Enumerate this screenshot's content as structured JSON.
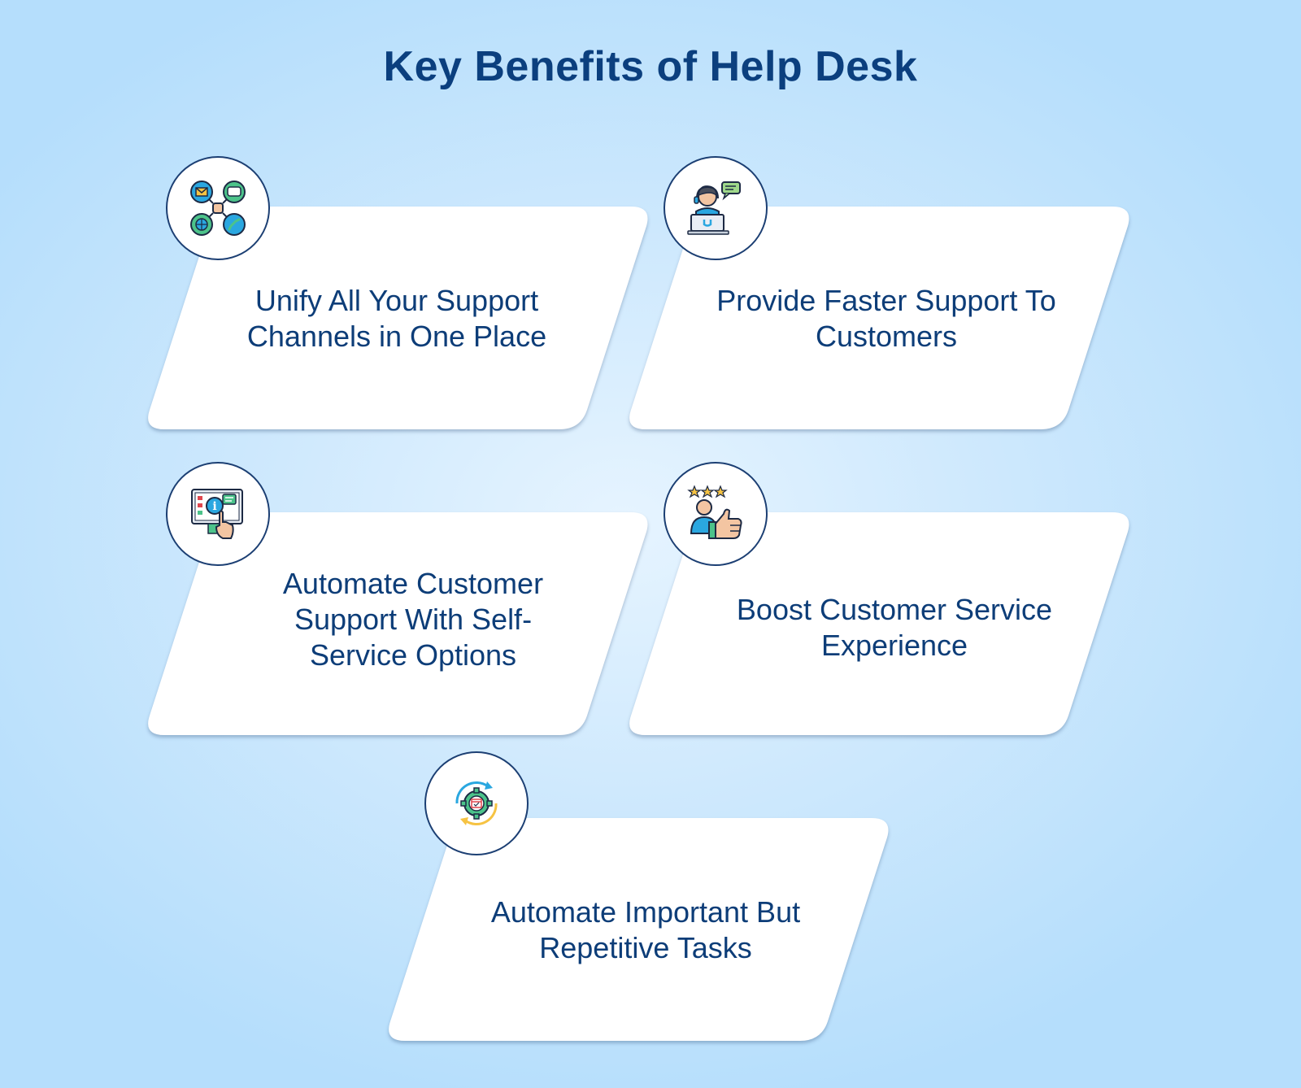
{
  "title": "Key Benefits of Help Desk",
  "benefits": [
    {
      "label": "Unify All Your Support Channels in One Place",
      "icon": "support-channels-icon"
    },
    {
      "label": "Provide Faster Support To Customers",
      "icon": "support-agent-icon"
    },
    {
      "label": "Automate Customer Support With Self-Service Options",
      "icon": "self-service-monitor-icon"
    },
    {
      "label": "Boost Customer Service Experience",
      "icon": "thumbs-up-rating-icon"
    },
    {
      "label": "Automate Important But Repetitive Tasks",
      "icon": "automation-gear-icon"
    }
  ],
  "colors": {
    "title": "#0b3f7e",
    "text": "#0d3d78",
    "card": "#ffffff",
    "badge_border": "#1c3f73",
    "background": "#b5defc"
  }
}
